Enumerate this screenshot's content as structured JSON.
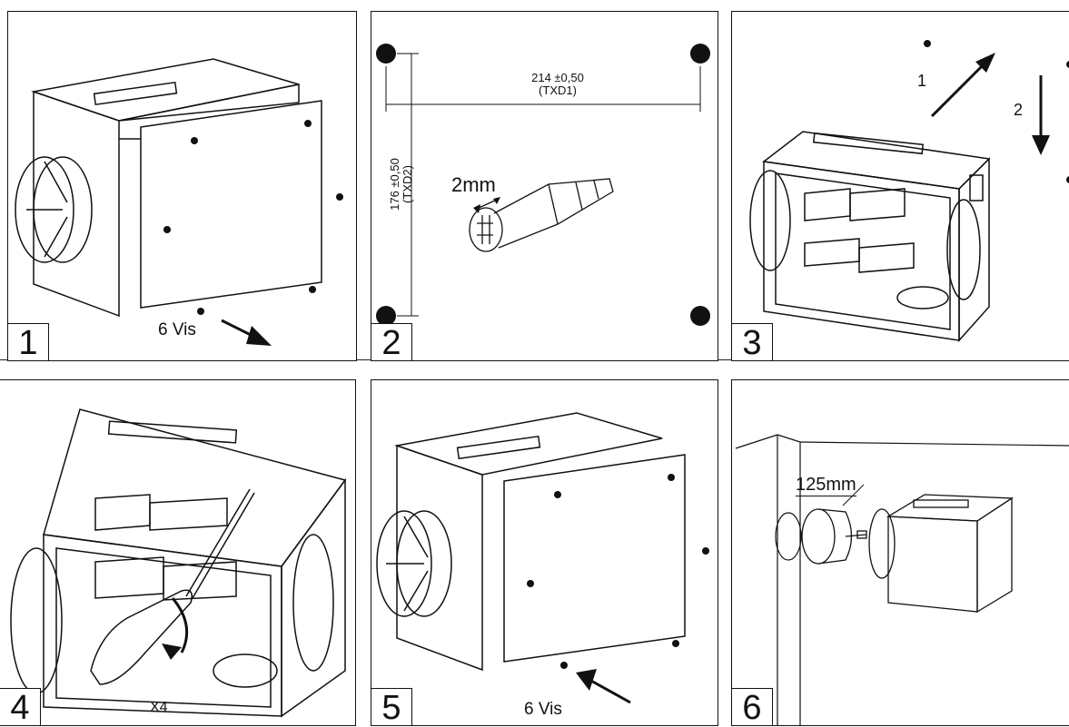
{
  "steps": [
    {
      "number": "1",
      "labels": {
        "screws": "6 Vis"
      }
    },
    {
      "number": "2",
      "labels": {
        "dim_width": "214 ±0,50",
        "dim_width_ref": "(TXD1)",
        "dim_height": "176 ±0,50",
        "dim_height_ref": "(TXD2)",
        "drill": "2mm"
      }
    },
    {
      "number": "3",
      "labels": {
        "arrow_1": "1",
        "arrow_2": "2"
      }
    },
    {
      "number": "4",
      "labels": {
        "count": "X4"
      }
    },
    {
      "number": "5",
      "labels": {
        "screws": "6 Vis"
      }
    },
    {
      "number": "6",
      "labels": {
        "hole": "125mm"
      }
    }
  ],
  "colors": {
    "line": "#111111",
    "background": "#ffffff"
  },
  "icons": [
    "arrow-icon",
    "screwdriver-icon",
    "rotate-arrow-icon",
    "wall-plug-icon",
    "hole-saw-icon",
    "mounting-hole-icon"
  ]
}
